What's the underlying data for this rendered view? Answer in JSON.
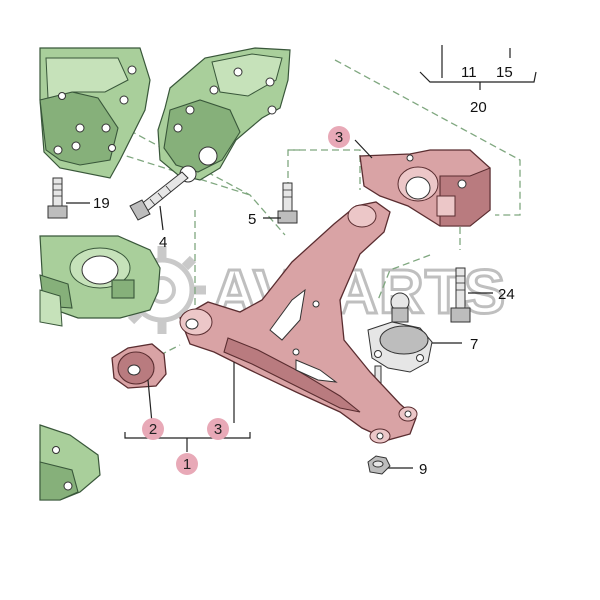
{
  "watermark": {
    "text": "AVPARTS"
  },
  "callouts": {
    "c19": "19",
    "c4": "4",
    "c5": "5",
    "c3_top": "3",
    "c11": "11",
    "c15": "15",
    "c20": "20",
    "c24": "24",
    "c7": "7",
    "c9": "9",
    "c2": "2",
    "c3_bottom": "3",
    "c1": "1"
  },
  "colors": {
    "knuckle_green": "#a9cf9b",
    "arm_red": "#d9a3a5",
    "badge_pink": "#e8a9b7",
    "leader_green_dash": "#7fa77f"
  }
}
